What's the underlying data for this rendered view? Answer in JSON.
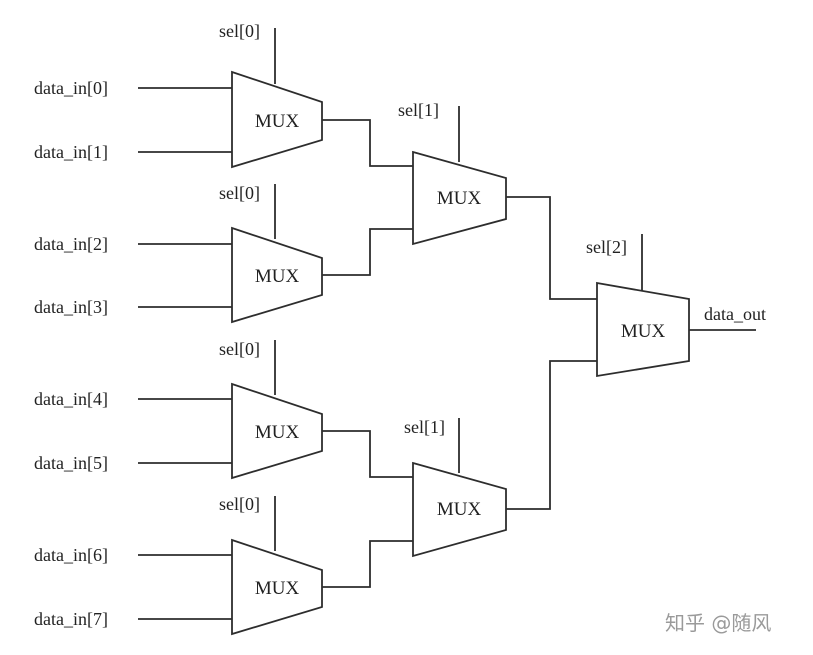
{
  "mux_label": "MUX",
  "inputs": [
    "data_in[0]",
    "data_in[1]",
    "data_in[2]",
    "data_in[3]",
    "data_in[4]",
    "data_in[5]",
    "data_in[6]",
    "data_in[7]"
  ],
  "selects": {
    "stage1": [
      "sel[0]",
      "sel[0]",
      "sel[0]",
      "sel[0]"
    ],
    "stage2": [
      "sel[1]",
      "sel[1]"
    ],
    "stage3": "sel[2]"
  },
  "output": "data_out",
  "watermark": "知乎 @随风"
}
